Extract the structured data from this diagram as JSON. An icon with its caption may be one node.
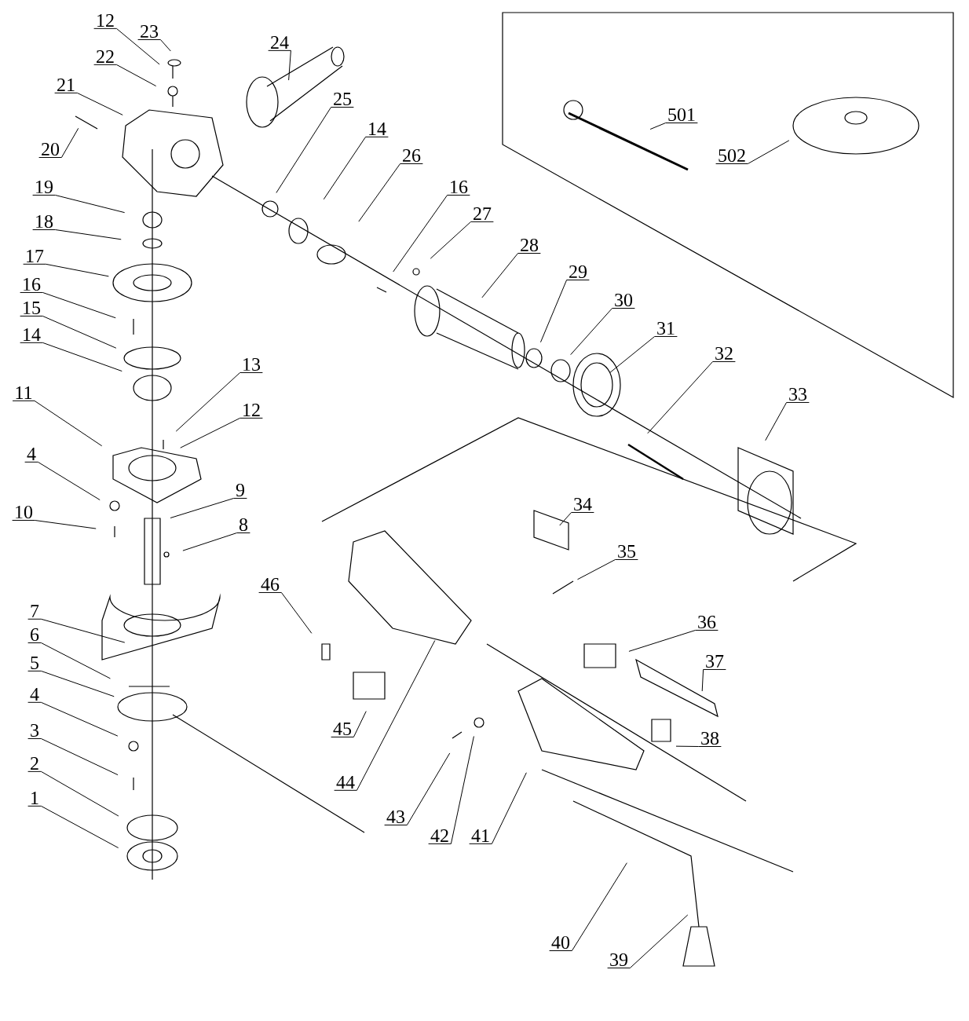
{
  "diagram": {
    "nodes": [
      {
        "text": [
          "12"
        ]
      },
      {
        "text": [
          "23"
        ]
      },
      {
        "text": [
          "22"
        ]
      },
      {
        "text": [
          "24"
        ]
      },
      {
        "text": [
          "21"
        ]
      },
      {
        "text": [
          "20"
        ]
      },
      {
        "text": [
          "25"
        ]
      },
      {
        "text": [
          "14"
        ]
      },
      {
        "text": [
          "26"
        ]
      },
      {
        "text": [
          "16"
        ]
      },
      {
        "text": [
          "27"
        ]
      },
      {
        "text": [
          "28"
        ]
      },
      {
        "text": [
          "19"
        ]
      },
      {
        "text": [
          "18"
        ]
      },
      {
        "text": [
          "17"
        ]
      },
      {
        "text": [
          "16"
        ]
      },
      {
        "text": [
          "15"
        ]
      },
      {
        "text": [
          "14"
        ]
      },
      {
        "text": [
          "29"
        ]
      },
      {
        "text": [
          "30"
        ]
      },
      {
        "text": [
          "31"
        ]
      },
      {
        "text": [
          "32"
        ]
      },
      {
        "text": [
          "13"
        ]
      },
      {
        "text": [
          "12"
        ]
      },
      {
        "text": [
          "33"
        ]
      },
      {
        "text": [
          "11"
        ]
      },
      {
        "text": [
          "4"
        ]
      },
      {
        "text": [
          "9"
        ]
      },
      {
        "text": [
          "10"
        ]
      },
      {
        "text": [
          "8"
        ]
      },
      {
        "text": [
          "34"
        ]
      },
      {
        "text": [
          "35"
        ]
      },
      {
        "text": [
          "46"
        ]
      },
      {
        "text": [
          "7"
        ]
      },
      {
        "text": [
          "6"
        ]
      },
      {
        "text": [
          "5"
        ]
      },
      {
        "text": [
          "36"
        ]
      },
      {
        "text": [
          "37"
        ]
      },
      {
        "text": [
          "4"
        ]
      },
      {
        "text": [
          "3"
        ]
      },
      {
        "text": [
          "45"
        ]
      },
      {
        "text": [
          "38"
        ]
      },
      {
        "text": [
          "2"
        ]
      },
      {
        "text": [
          "1"
        ]
      },
      {
        "text": [
          "44"
        ]
      },
      {
        "text": [
          "43"
        ]
      },
      {
        "text": [
          "42"
        ]
      },
      {
        "text": [
          "41"
        ]
      },
      {
        "text": [
          "40"
        ]
      },
      {
        "text": [
          "39"
        ]
      },
      {
        "text": [
          "501"
        ]
      },
      {
        "text": [
          "502"
        ]
      }
    ],
    "edges": [
      {
        "from": 0,
        "to": null,
        "arrow": "none"
      },
      {
        "from": 1,
        "to": null,
        "arrow": "none"
      },
      {
        "from": 2,
        "to": null,
        "arrow": "none"
      },
      {
        "from": 3,
        "to": null,
        "arrow": "none"
      },
      {
        "from": 4,
        "to": null,
        "arrow": "none"
      },
      {
        "from": 5,
        "to": null,
        "arrow": "none"
      },
      {
        "from": 6,
        "to": null,
        "arrow": "none"
      },
      {
        "from": 7,
        "to": null,
        "arrow": "none"
      },
      {
        "from": 8,
        "to": null,
        "arrow": "none"
      },
      {
        "from": 9,
        "to": null,
        "arrow": "none"
      },
      {
        "from": 10,
        "to": null,
        "arrow": "none"
      },
      {
        "from": 11,
        "to": null,
        "arrow": "none"
      },
      {
        "from": 12,
        "to": null,
        "arrow": "none"
      },
      {
        "from": 13,
        "to": null,
        "arrow": "none"
      },
      {
        "from": 14,
        "to": null,
        "arrow": "none"
      },
      {
        "from": 15,
        "to": null,
        "arrow": "none"
      },
      {
        "from": 16,
        "to": null,
        "arrow": "none"
      },
      {
        "from": 17,
        "to": null,
        "arrow": "none"
      },
      {
        "from": 18,
        "to": null,
        "arrow": "none"
      },
      {
        "from": 19,
        "to": null,
        "arrow": "none"
      },
      {
        "from": 20,
        "to": null,
        "arrow": "none"
      },
      {
        "from": 21,
        "to": null,
        "arrow": "none"
      },
      {
        "from": 22,
        "to": null,
        "arrow": "none"
      },
      {
        "from": 23,
        "to": null,
        "arrow": "none"
      },
      {
        "from": 24,
        "to": null,
        "arrow": "none"
      },
      {
        "from": 25,
        "to": null,
        "arrow": "none"
      },
      {
        "from": 26,
        "to": null,
        "arrow": "none"
      },
      {
        "from": 27,
        "to": null,
        "arrow": "none"
      },
      {
        "from": 28,
        "to": null,
        "arrow": "none"
      },
      {
        "from": 29,
        "to": null,
        "arrow": "none"
      },
      {
        "from": 30,
        "to": null,
        "arrow": "none"
      },
      {
        "from": 31,
        "to": null,
        "arrow": "none"
      },
      {
        "from": 32,
        "to": null,
        "arrow": "none"
      },
      {
        "from": 33,
        "to": null,
        "arrow": "none"
      },
      {
        "from": 34,
        "to": null,
        "arrow": "none"
      },
      {
        "from": 35,
        "to": null,
        "arrow": "none"
      },
      {
        "from": 36,
        "to": null,
        "arrow": "none"
      },
      {
        "from": 37,
        "to": null,
        "arrow": "none"
      },
      {
        "from": 38,
        "to": null,
        "arrow": "none"
      },
      {
        "from": 39,
        "to": null,
        "arrow": "none"
      },
      {
        "from": 40,
        "to": null,
        "arrow": "none"
      },
      {
        "from": 41,
        "to": null,
        "arrow": "none"
      },
      {
        "from": 42,
        "to": null,
        "arrow": "none"
      },
      {
        "from": 43,
        "to": null,
        "arrow": "none"
      },
      {
        "from": 44,
        "to": null,
        "arrow": "none"
      },
      {
        "from": 45,
        "to": null,
        "arrow": "none"
      },
      {
        "from": 46,
        "to": null,
        "arrow": "none"
      },
      {
        "from": 47,
        "to": null,
        "arrow": "none"
      },
      {
        "from": 48,
        "to": null,
        "arrow": "none"
      },
      {
        "from": 49,
        "to": null,
        "arrow": "none"
      },
      {
        "from": 50,
        "to": null,
        "arrow": "none"
      },
      {
        "from": 51,
        "to": null,
        "arrow": "none"
      }
    ]
  }
}
